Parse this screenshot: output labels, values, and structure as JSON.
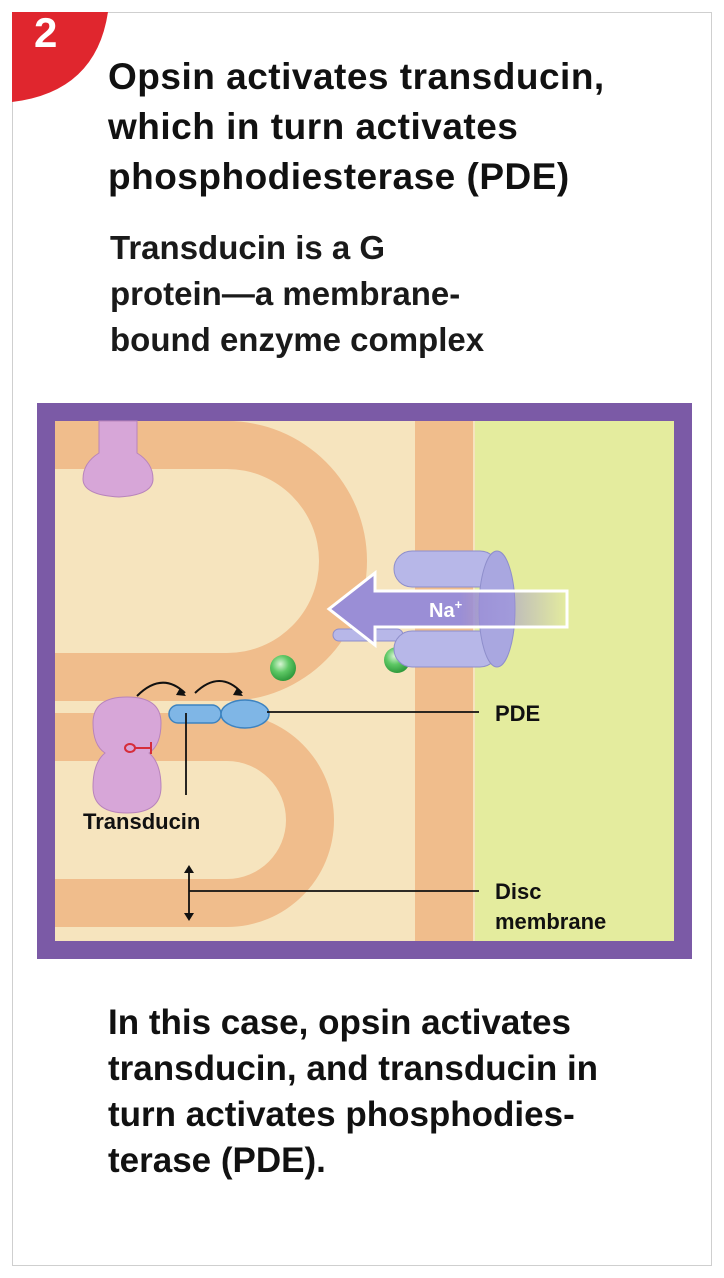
{
  "step": {
    "number": "2"
  },
  "title": {
    "line1": "Opsin activates transducin,",
    "line2": "which in turn activates",
    "line3": "phosphodiesterase (PDE)"
  },
  "subtitle": {
    "line1": "Transducin is a G",
    "line2": "protein—a membrane-",
    "line3": "bound enzyme complex"
  },
  "diagram": {
    "labels": {
      "na_ion": "Na",
      "na_charge": "+",
      "pde": "PDE",
      "transducin": "Transducin",
      "disc_line1": "Disc",
      "disc_line2": "membrane"
    }
  },
  "caption": {
    "line1": "In this case, opsin activates",
    "line2": "transducin, and transducin in",
    "line3_text": "turn activates ",
    "line3_term": "phosphodies-",
    "line4_term": "terase (PDE)",
    "line4_end": "."
  },
  "colors": {
    "badge_red": "#e0262e",
    "frame_purple": "#7b5aa6",
    "cytoplasm": "#f6e4be",
    "membrane": "#f0bd8c",
    "extracellular": "#e4ec9e",
    "opsin": "#d7a6d8",
    "transducin_blue": "#7fb6e6",
    "channel": "#b7b7e8",
    "cgmp_green": "#4fc25a",
    "retinal_red": "#d62d3a"
  }
}
